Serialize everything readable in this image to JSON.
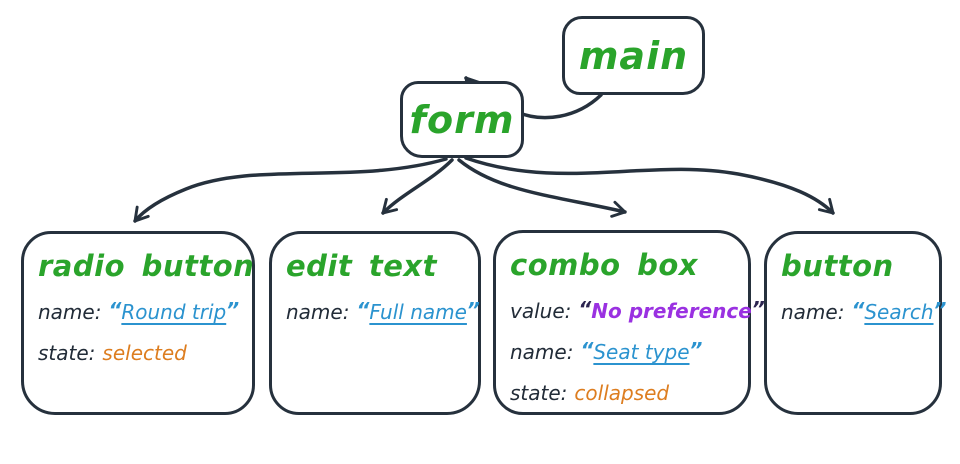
{
  "diagram": {
    "nodes": {
      "main": {
        "label": "main"
      },
      "form": {
        "label": "form"
      },
      "children": [
        {
          "id": "radio-button",
          "label": "radio button",
          "props": [
            {
              "key": "name:",
              "value": "Round trip",
              "kind": "name"
            },
            {
              "key": "state:",
              "value": "selected",
              "kind": "state"
            }
          ]
        },
        {
          "id": "edit-text",
          "label": "edit text",
          "props": [
            {
              "key": "name:",
              "value": "Full name",
              "kind": "name"
            }
          ]
        },
        {
          "id": "combo-box",
          "label": "combo box",
          "props": [
            {
              "key": "value:",
              "value": "No preference",
              "kind": "value"
            },
            {
              "key": "name:",
              "value": "Seat type",
              "kind": "name"
            },
            {
              "key": "state:",
              "value": "collapsed",
              "kind": "state"
            }
          ]
        },
        {
          "id": "button",
          "label": "button",
          "props": [
            {
              "key": "name:",
              "value": "Search",
              "kind": "name"
            }
          ]
        }
      ]
    },
    "edges": [
      {
        "from": "main",
        "to": "form"
      },
      {
        "from": "form",
        "to": "radio button"
      },
      {
        "from": "form",
        "to": "edit text"
      },
      {
        "from": "form",
        "to": "combo box"
      },
      {
        "from": "form",
        "to": "button"
      }
    ]
  },
  "punctuation": {
    "open_quote": "“",
    "close_quote": "”"
  },
  "colors": {
    "ink": "#26313d",
    "node_title_green": "#2aa42b",
    "link_blue": "#2b93cf",
    "state_orange": "#dd7d1f",
    "value_purple": "#9a31e1",
    "background": "#ffffff"
  }
}
